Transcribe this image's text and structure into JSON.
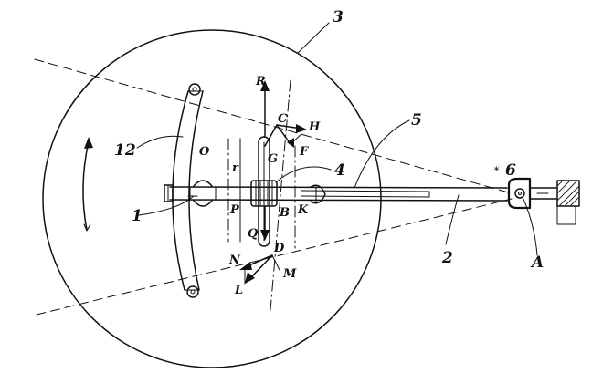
{
  "labels": {
    "part_3": "3",
    "part_5": "5",
    "part_4": "4",
    "part_6": "6",
    "part_12": "12",
    "part_1": "1",
    "part_2": "2",
    "point_A": "A",
    "point_R": "R",
    "point_C": "C",
    "point_H": "H",
    "point_G": "G",
    "point_F": "F",
    "point_O": "O",
    "point_r": "r",
    "point_P": "P",
    "point_B": "B",
    "point_K": "K",
    "point_Q": "Q",
    "point_D": "D",
    "point_N": "N",
    "point_M": "M",
    "point_L": "L"
  },
  "colors": {
    "ink": "#111111",
    "paper": "#ffffff"
  }
}
